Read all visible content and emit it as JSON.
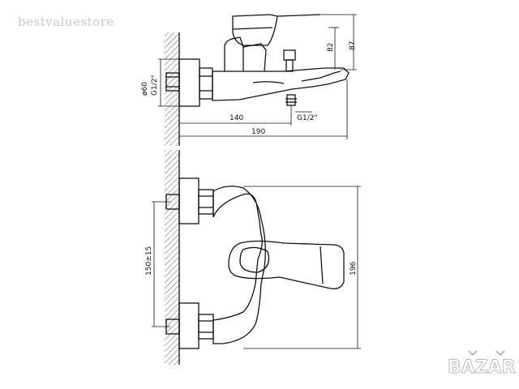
{
  "watermark": {
    "text": "bestvaluestore"
  },
  "top_view": {
    "dim_overall_height": "87",
    "dim_handle_height": "82",
    "dim_inlet_diameter": "ø60",
    "dim_inlet_thread": "G1/2\"",
    "dim_outlet_thread": "G1/2\"",
    "dim_outlet_distance": "140",
    "dim_spout_length": "190"
  },
  "front_view": {
    "dim_center_distance": "150±15",
    "dim_body_height": "196"
  },
  "logo": {
    "text": "BAZAR"
  },
  "colors": {
    "line": "#111111",
    "wall": "#9a9a9a",
    "watermark": "#c9c9c9",
    "logo": "#b8b8b8"
  }
}
